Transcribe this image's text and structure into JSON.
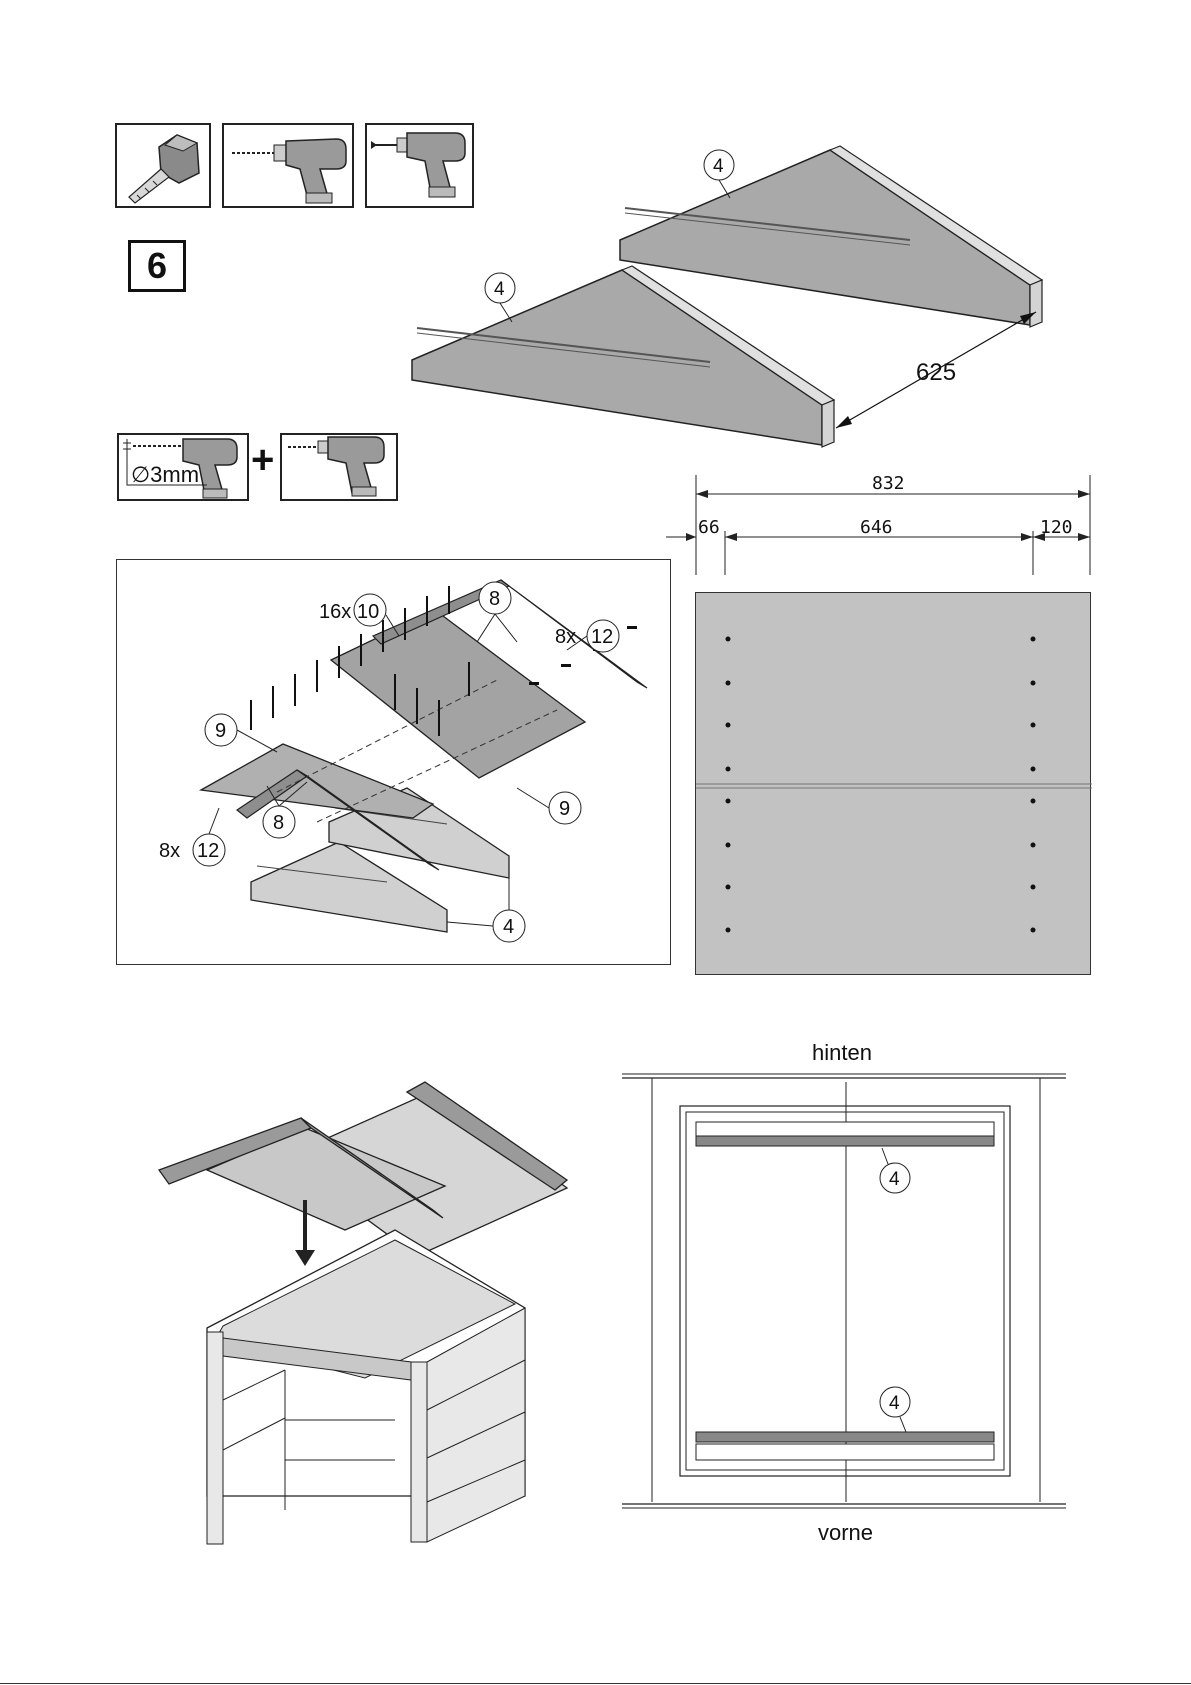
{
  "step": {
    "number": "6"
  },
  "drill_spec": {
    "diameter": "∅3mm",
    "plus": "+"
  },
  "callouts": {
    "part_4": "4",
    "part_8": "8",
    "part_9": "9",
    "part_10": "10",
    "part_12": "12",
    "qty_16x": "16x",
    "qty_8x": "8x"
  },
  "dimensions": {
    "spacing": "625",
    "total": "832",
    "left": "66",
    "middle": "646",
    "right": "120"
  },
  "plan_labels": {
    "back": "hinten",
    "front": "vorne"
  },
  "icons": [
    "measuring-tape-icon",
    "drill-icon",
    "screwdriver-icon"
  ]
}
